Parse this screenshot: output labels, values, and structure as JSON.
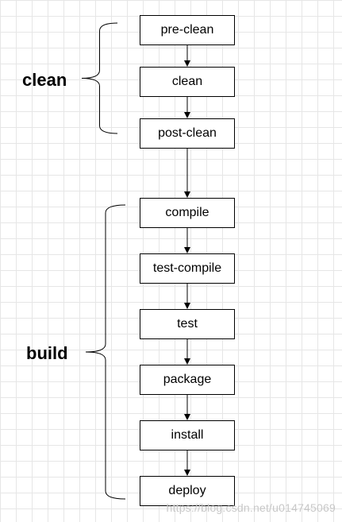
{
  "groups": [
    {
      "id": "clean",
      "label": "clean",
      "steps": [
        "pre-clean",
        "clean",
        "post-clean"
      ]
    },
    {
      "id": "build",
      "label": "build",
      "steps": [
        "compile",
        "test-compile",
        "test",
        "package",
        "install",
        "deploy"
      ]
    }
  ],
  "watermark": "https://blog.csdn.net/u014745069",
  "colors": {
    "stroke": "#000000",
    "grid": "#e6e6e6",
    "background": "#ffffff",
    "watermark": "#c8c8c8"
  }
}
